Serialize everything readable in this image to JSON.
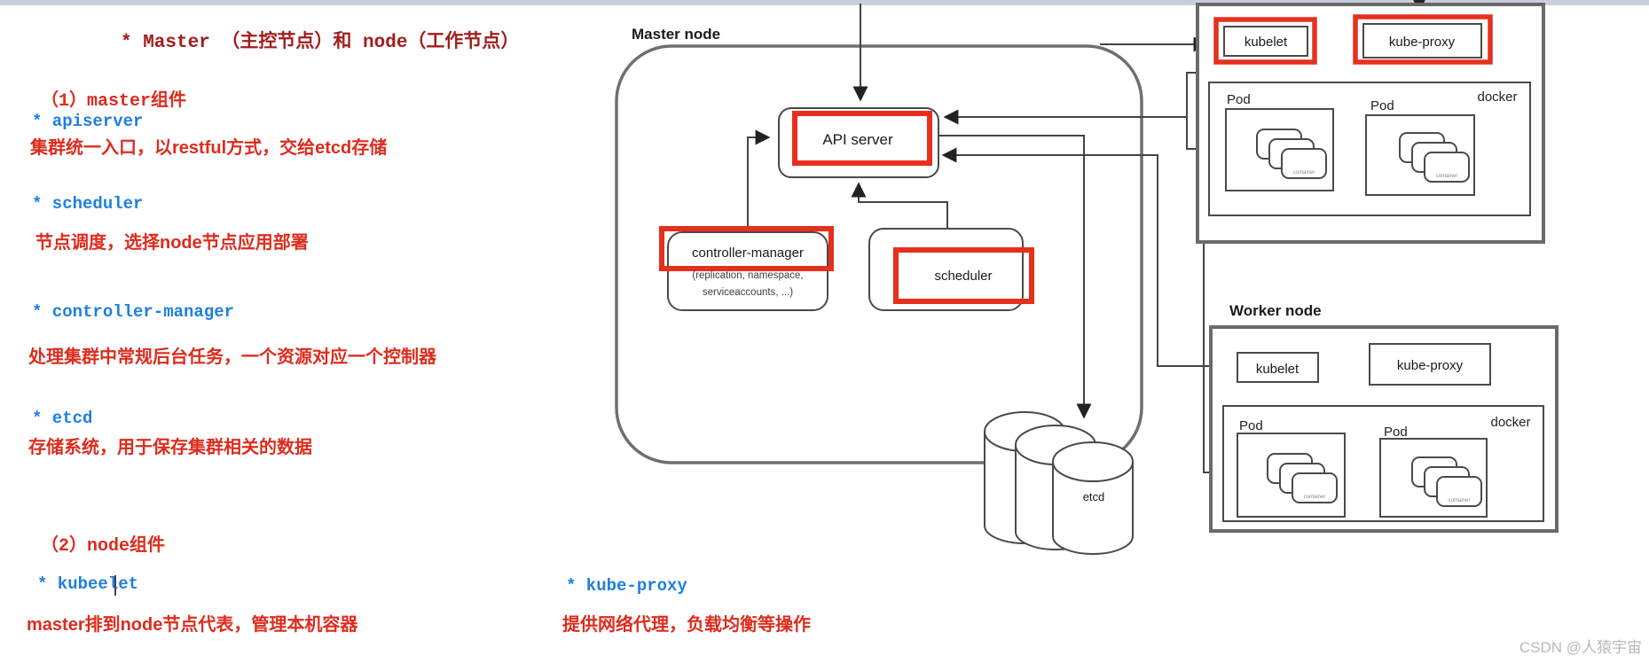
{
  "notes": {
    "title": "* Master （主控节点）和 node（工作节点）",
    "section1_header": "（1）master组件",
    "items": [
      {
        "term": "* apiserver",
        "desc": "集群统一入口，以restful方式，交给etcd存储"
      },
      {
        "term": "* scheduler",
        "desc": "节点调度，选择node节点应用部署"
      },
      {
        "term": "* controller-manager",
        "desc": "处理集群中常规后台任务，一个资源对应一个控制器"
      },
      {
        "term": "* etcd",
        "desc": "存储系统，用于保存集群相关的数据"
      }
    ],
    "section2_header": "（2）node组件",
    "node_items": [
      {
        "term": "* kubeelet",
        "desc": "master排到node节点代表，管理本机容器"
      },
      {
        "term": "* kube-proxy",
        "desc": "提供网络代理，负载均衡等操作"
      }
    ]
  },
  "diagram": {
    "master_label": "Master node",
    "worker_label": "Worker node",
    "api_server": "API server",
    "controller_manager": "controller-manager",
    "cm_sub1": "(replication, namespace,",
    "cm_sub2": "serviceaccounts, ...)",
    "scheduler": "scheduler",
    "etcd": "etcd",
    "kubelet": "kubelet",
    "kube_proxy": "kube-proxy",
    "docker": "docker",
    "pod": "Pod",
    "container": "container"
  },
  "watermark": "CSDN @人猿宇宙",
  "colors": {
    "highlight_red": "#e5301d",
    "term_blue": "#1f7fe0",
    "note_red": "#dd2c1e",
    "title_red": "#a31c1c",
    "diagram_line": "#444444",
    "top_band": "#c9cfdb"
  }
}
